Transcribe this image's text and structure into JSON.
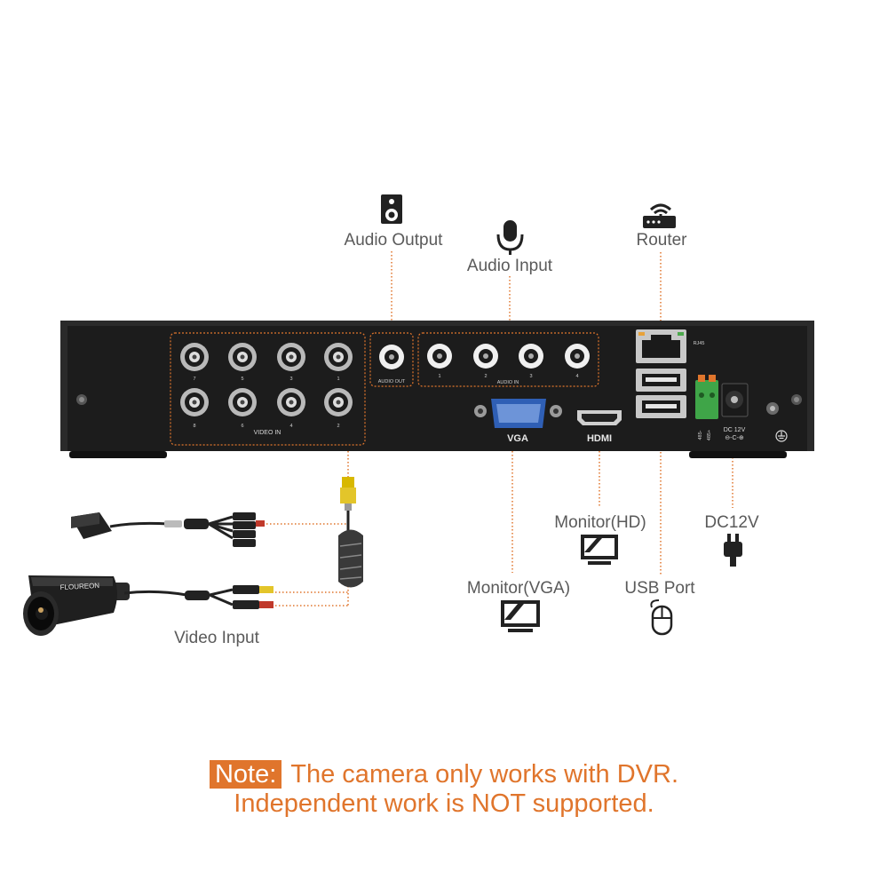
{
  "labels": {
    "audio_output": "Audio Output",
    "audio_input": "Audio Input",
    "router": "Router",
    "monitor_hd": "Monitor(HD)",
    "dc12v": "DC12V",
    "monitor_vga": "Monitor(VGA)",
    "usb_port": "USB Port",
    "video_input": "Video Input"
  },
  "panel": {
    "video_in": "VIDEO IN",
    "audio_out": "AUDIO OUT",
    "audio_in": "AUDIO IN",
    "vga": "VGA",
    "hdmi": "HDMI",
    "rj45": "RJ45",
    "dc_12v": "DC 12V",
    "rs485_a": "485-",
    "rs485_b": "485+",
    "video_top_numbers": [
      "7",
      "5",
      "3",
      "1"
    ],
    "video_bottom_numbers": [
      "8",
      "6",
      "4",
      "2"
    ],
    "audio_numbers": [
      "1",
      "2",
      "3",
      "4"
    ]
  },
  "camera_brand": "FLOUREON",
  "note": {
    "badge": "Note:",
    "line1": "The camera only works with DVR.",
    "line2": "Independent work is NOT supported."
  },
  "colors": {
    "accent": "#e0752c",
    "panel": "#1c1c1c",
    "label": "#5a5a5a"
  },
  "icons": [
    "speaker-icon",
    "microphone-icon",
    "router-icon",
    "monitor-icon",
    "plug-icon",
    "mouse-icon"
  ]
}
